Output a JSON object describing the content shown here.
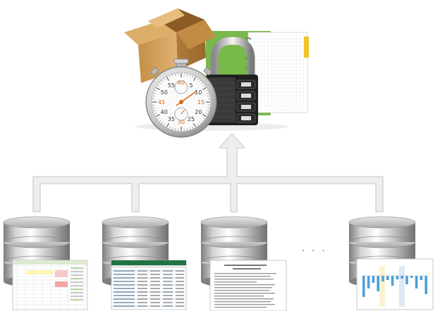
{
  "central_icon": {
    "stopwatch_numbers": [
      "60",
      "5",
      "10",
      "15",
      "20",
      "25",
      "30",
      "35",
      "40",
      "45",
      "50",
      "55"
    ],
    "components": [
      "box-icon",
      "notebook-icon",
      "stopwatch-icon",
      "combination-padlock-icon"
    ]
  },
  "sources": [
    {
      "type": "spreadsheet-colored"
    },
    {
      "type": "spreadsheet-excel"
    },
    {
      "type": "text-document"
    },
    {
      "type": "bar-chart"
    }
  ],
  "ellipsis": "· · ·",
  "colors": {
    "connector": "#e3e3e3",
    "connector_outline": "#c9c9c9",
    "cylinder_light": "#f2f2f2",
    "cylinder_dark": "#8c8c8c",
    "box": "#c99a55",
    "notebook_cover": "#7cc04a",
    "lock_body": "#222222",
    "excel_green": "#207245",
    "chart_bar": "#4f9fd8"
  }
}
